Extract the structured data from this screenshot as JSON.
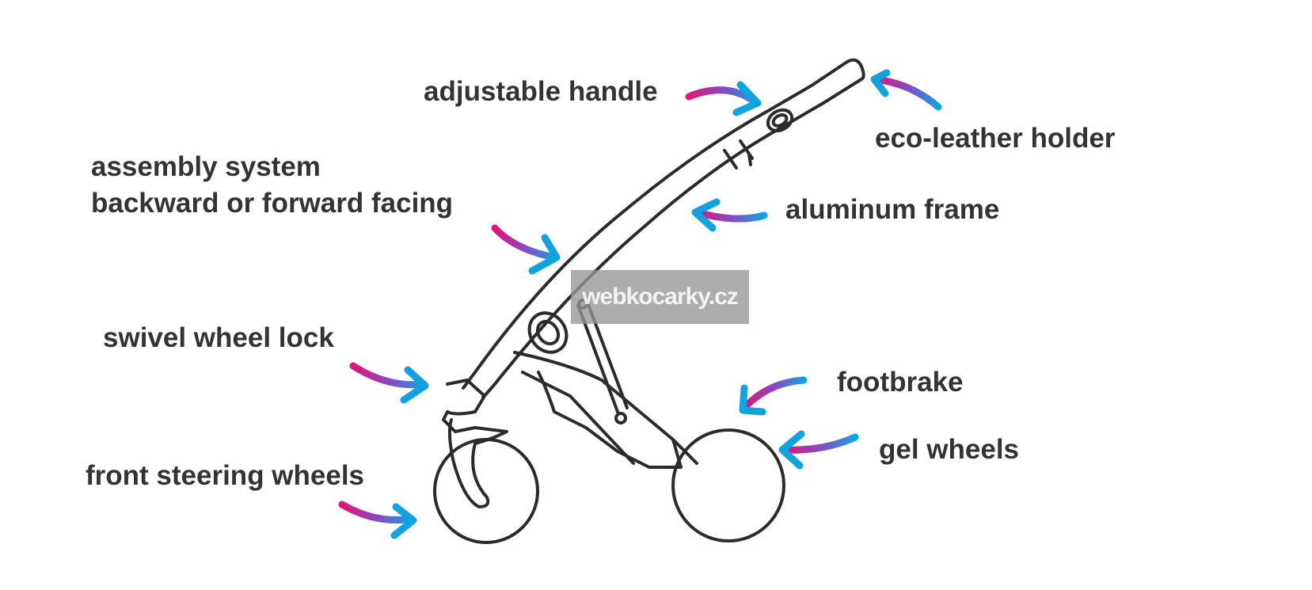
{
  "labels": {
    "adjustable_handle": "adjustable handle",
    "eco_leather_holder": "eco-leather holder",
    "assembly_line1": "assembly system",
    "assembly_line2": "backward or forward facing",
    "aluminum_frame": "aluminum frame",
    "swivel_wheel_lock": "swivel wheel lock",
    "footbrake": "footbrake",
    "gel_wheels": "gel wheels",
    "front_steering_wheels": "front steering wheels"
  },
  "watermark": "webkocarky.cz",
  "colors": {
    "text": "#333333",
    "line": "#2b2b2b",
    "arrow_start": "#e0157a",
    "arrow_end": "#11a3e0",
    "watermark_bg": "#969696"
  }
}
